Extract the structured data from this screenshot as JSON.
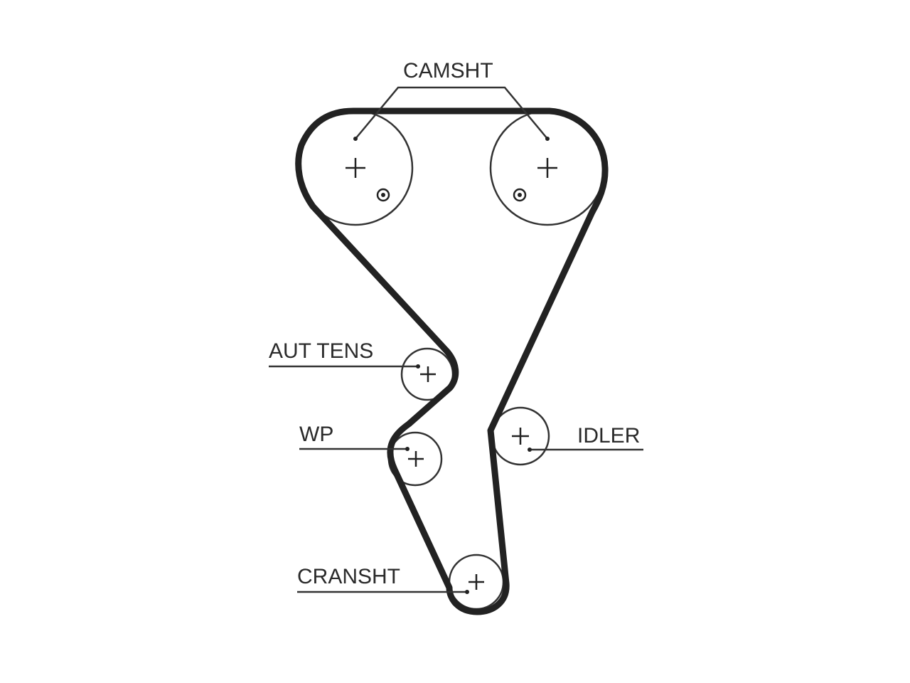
{
  "diagram": {
    "labels": {
      "camshaft": "CAMSHT",
      "tensioner": "AUT TENS",
      "water_pump": "WP",
      "idler": "IDLER",
      "crankshaft": "CRANSHT"
    },
    "colors": {
      "belt": "#222222",
      "pulley_outline": "#333333",
      "leader_line": "#333333",
      "text": "#2a2a2a",
      "background": "#ffffff"
    }
  }
}
